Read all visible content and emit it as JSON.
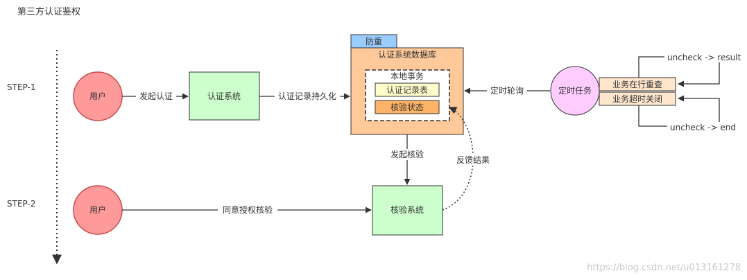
{
  "title": "第三方认证鉴权",
  "steps": {
    "step1": "STEP-1",
    "step2": "STEP-2"
  },
  "nodes": {
    "user1": "用户",
    "auth_system": "认证系统",
    "db_tab": "防重",
    "db_title": "认证系统数据库",
    "local_tx": "本地事务",
    "auth_table": "认证记录表",
    "verify_status": "核验状态",
    "timer_task": "定时任务",
    "task_in_progress": "业务在行重查",
    "task_timeout": "业务超时关闭",
    "user2": "用户",
    "verify_system": "核验系统"
  },
  "edges": {
    "initiate_auth": "发起认证",
    "persist_record": "认证记录持久化",
    "timer_poll": "定时轮询",
    "uncheck_result": "uncheck -> result",
    "uncheck_end": "uncheck -> end",
    "initiate_verify": "发起核验",
    "feedback_result": "反馈结果",
    "agree_auth_verify": "同意授权核验"
  },
  "watermark": "https://blog.csdn.net/u013161278",
  "colors": {
    "user_fill": "#ff9a9a",
    "user_stroke": "#c94a4a",
    "green_fill": "#ccffcc",
    "green_stroke": "#333333",
    "db_fill": "#ffc999",
    "tab_fill": "#99ccff",
    "yellow_fill": "#ffffcc",
    "orange_fill": "#ffb366",
    "timer_fill": "#ffccff",
    "task_fill": "#ffe6cc",
    "line": "#333333"
  }
}
